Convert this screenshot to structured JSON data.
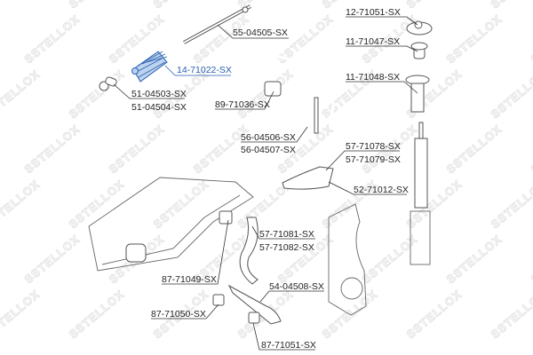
{
  "watermark": "STELLOX",
  "highlight_color": "#2a5fb0",
  "labels": {
    "tie_rod": "55-04505-SX",
    "boot": "14-71022-SX",
    "tie_rod_end_1": "51-04503-SX",
    "tie_rod_end_2": "51-04504-SX",
    "stab_bush": "89-71036-SX",
    "stab_link_1": "56-04506-SX",
    "stab_link_2": "56-04507-SX",
    "strut_mount": "12-71051-SX",
    "bump_stop": "11-71047-SX",
    "dust_cover": "11-71048-SX",
    "upper_arm_1": "57-71078-SX",
    "upper_arm_2": "57-71079-SX",
    "upper_arm_joint": "52-71012-SX",
    "lower_arm_1": "57-71081-SX",
    "lower_arm_2": "57-71082-SX",
    "subframe_bush": "87-71049-SX",
    "control_arm": "54-04508-SX",
    "bush_1": "87-71050-SX",
    "bush_2": "87-71051-SX"
  }
}
